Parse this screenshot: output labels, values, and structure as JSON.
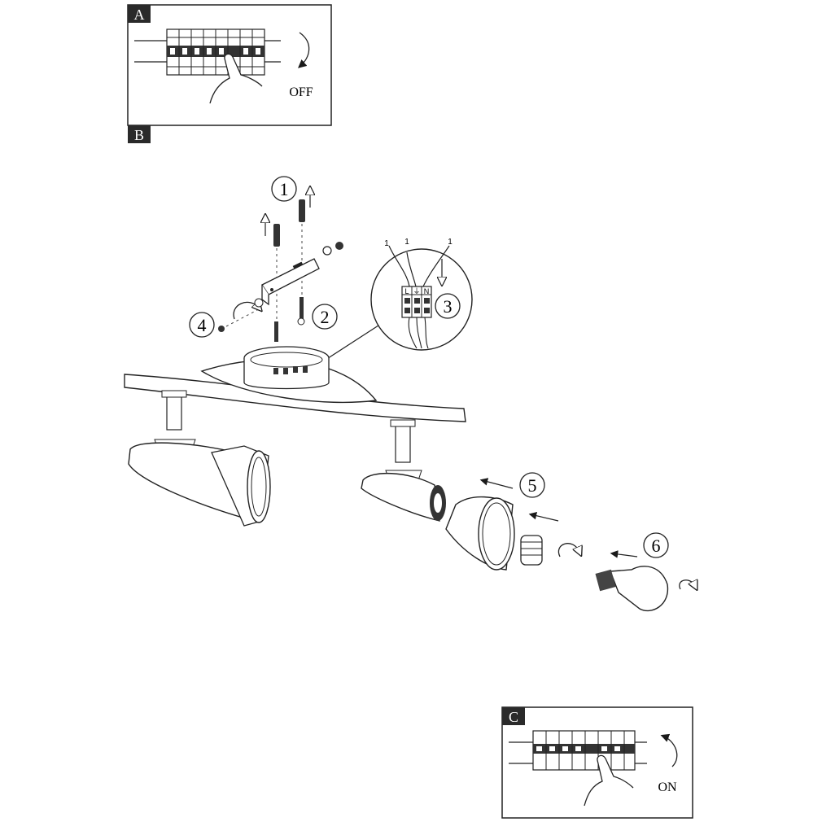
{
  "panel_a": {
    "tag": "A",
    "word": "OFF"
  },
  "panel_b": {
    "tag": "B"
  },
  "panel_c": {
    "tag": "C",
    "word": "ON"
  },
  "steps": [
    "1",
    "2",
    "3",
    "4",
    "5",
    "6"
  ],
  "terminal": {
    "l": "L",
    "earth": "⏚",
    "n": "N"
  },
  "wire_tags": [
    "1",
    "1",
    "1"
  ],
  "stroke_color": "#1a1a1a"
}
